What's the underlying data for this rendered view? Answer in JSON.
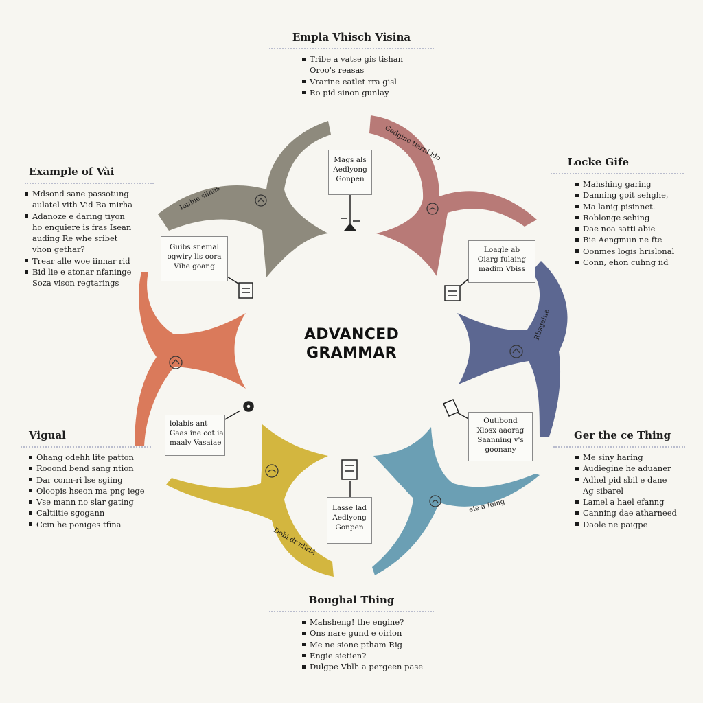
{
  "center": {
    "line1": "ADVANCED",
    "line2": "GRAMMAR"
  },
  "colors": {
    "gray": "#8e8a7d",
    "rose": "#b87a77",
    "navy": "#5c6791",
    "teal": "#6b9fb4",
    "mustard": "#d3b63f",
    "coral": "#da7a5b",
    "background": "#f7f6f1"
  },
  "panels": {
    "top": {
      "title": "Empla Vhisch Visina",
      "items": [
        "Tribe a vatse gis tishan",
        "Oroo's reasas",
        "Vrarine eatlet rra gisl",
        "Ro pid sinon gunlay"
      ]
    },
    "left": {
      "title": "Example of Vài",
      "items": [
        "Mdsond sane passotung",
        "aulatel vith Vid Ra mirha",
        "Adanoze e daring tiyon",
        "ho enquiere is fras Isean",
        "auding Re whe sribet",
        "vhon gethar?",
        "Trear alle woe iinnar rid",
        "Bid lie e atonar nfaninge",
        "Soza vison regtarings"
      ]
    },
    "right": {
      "title": "Locke Gife",
      "items": [
        "Mahshing garing",
        "Danning goit sehghe,",
        "Ma lanig pisinnet.",
        "Roblonge sehing",
        "Dae noa satti abie",
        "Bie Aengmun ne fte",
        "Oonmes logis hrislonal",
        "Conn, ehon cuhng iid"
      ]
    },
    "lowerLeft": {
      "title": "Vigual",
      "items": [
        "Ohang odehh lite patton",
        "Rooond bend sang ntion",
        "Dar conn-ri lse sgiing",
        "Oloopis hseon ma png iege",
        "Vse mann no slar gating",
        "Caltiitie sgogann",
        "Ccin he poniges tfina"
      ]
    },
    "lowerRight": {
      "title": "Ger the ce Thing",
      "items": [
        "Me siny haring",
        "Audiegine he aduaner",
        "Adhel pid sbil e dane",
        "Ag sibarel",
        "Lamel a hael efanng",
        "Canning dae atharneed",
        "Daole ne paigpe"
      ]
    },
    "bottom": {
      "title": "Boughal Thing",
      "items": [
        "Mahsheng! the engine?",
        "Ons nare gund e oirlon",
        "Me ne sione ptham Rig",
        "Engie sietien?",
        "Dulgpe Vblh a pergeen pase"
      ]
    }
  },
  "arcLabels": {
    "gray": "Ionhie siinas",
    "rose": "Gedgine tiarni ido",
    "navy": "Rbsgaine",
    "teal": "eie a Ieing",
    "mustard": "Dobi dr idiriA"
  },
  "callouts": {
    "top": [
      "Mags als",
      "Aedlyong",
      "Gonpen"
    ],
    "left": [
      "Guibs snemal",
      "ogwiry lis oora",
      "Vihe goang"
    ],
    "right": [
      "Loagle ab",
      "Oiarg fulaing",
      "madim Vbiss"
    ],
    "lowerLeft": [
      "lolabis ant",
      "Gaas ine cot ia",
      "maaly Vasaiae"
    ],
    "lowerRight": [
      "Outibond",
      "Xlosx aaorag",
      "Saanning v's",
      "goonany"
    ],
    "bottom": [
      "Lasse lad",
      "Aedlyong",
      "Gonpen"
    ]
  }
}
